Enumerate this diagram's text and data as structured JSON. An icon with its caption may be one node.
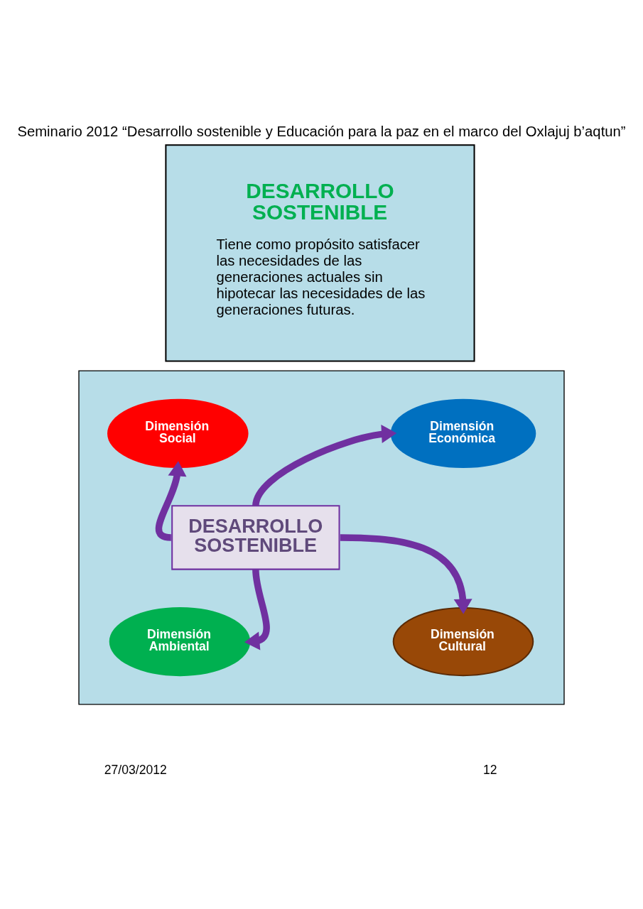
{
  "diagram": {
    "title": "Seminario 2012 “Desarrollo sostenible y Educación para la paz en el marco del Oxlajuj b’aqtun”",
    "nodes": [
      {
        "text": [
          "DESARROLLO SOSTENIBLE",
          "Tiene como propósito satisfacer las necesidades de las generaciones actuales sin hipotecar las necesidades de las generaciones futuras."
        ]
      },
      {
        "text": [],
        "shape": "box"
      },
      {
        "text": [
          "DESARROLLO SOSTENIBLE"
        ],
        "in": 1
      },
      {
        "text": [
          "Dimensión Social"
        ],
        "in": 1
      },
      {
        "text": [
          "Dimensión Económica"
        ],
        "in": 1
      },
      {
        "text": [
          "Dimensión Ambiental"
        ],
        "in": 1
      },
      {
        "text": [
          "Dimensión Cultural"
        ],
        "in": 1
      }
    ],
    "edges": [
      {
        "from": 2,
        "to": 3,
        "arrow": "to"
      },
      {
        "from": 2,
        "to": 4,
        "arrow": "to"
      },
      {
        "from": 2,
        "to": 5,
        "arrow": "to"
      },
      {
        "from": 2,
        "to": 6,
        "arrow": "to"
      }
    ],
    "labels": [
      "27/03/2012",
      "12"
    ]
  }
}
